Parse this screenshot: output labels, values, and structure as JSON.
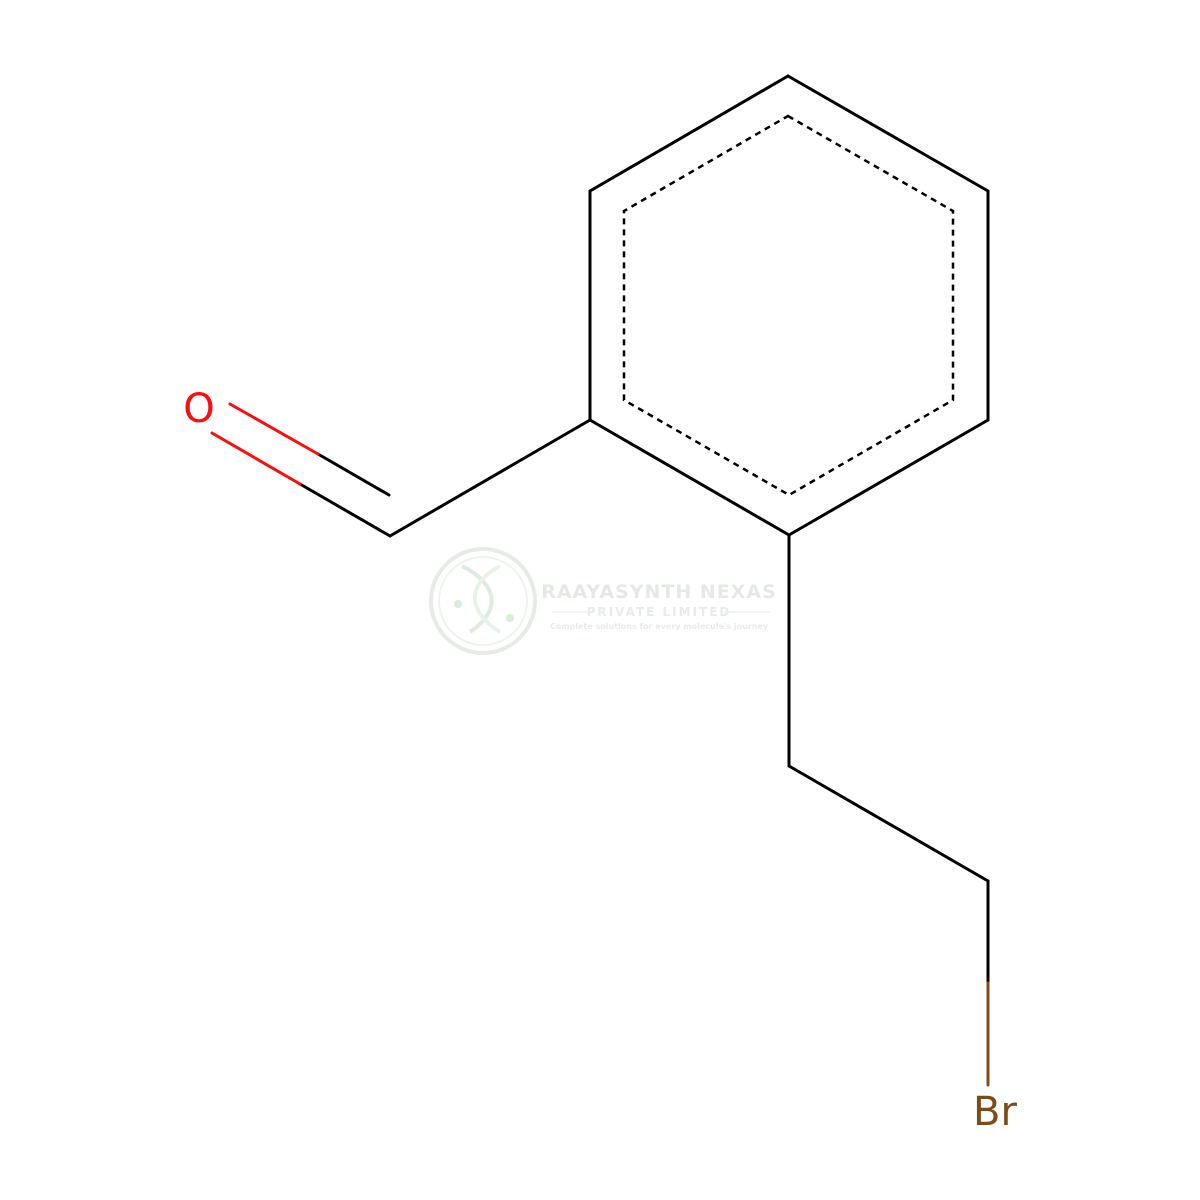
{
  "atoms": {
    "oxygen_label": "O",
    "bromine_label": "Br"
  },
  "watermark": {
    "company": "RAAYASYNTH NEXAS",
    "subtitle": "PRIVATE LIMITED",
    "tagline": "Complete solutions for every molecule's journey"
  },
  "colors": {
    "bond": "#000000",
    "oxygen": "#ff0d0d",
    "bromine": "#7f4c19",
    "watermark": "#c9dbc9"
  }
}
